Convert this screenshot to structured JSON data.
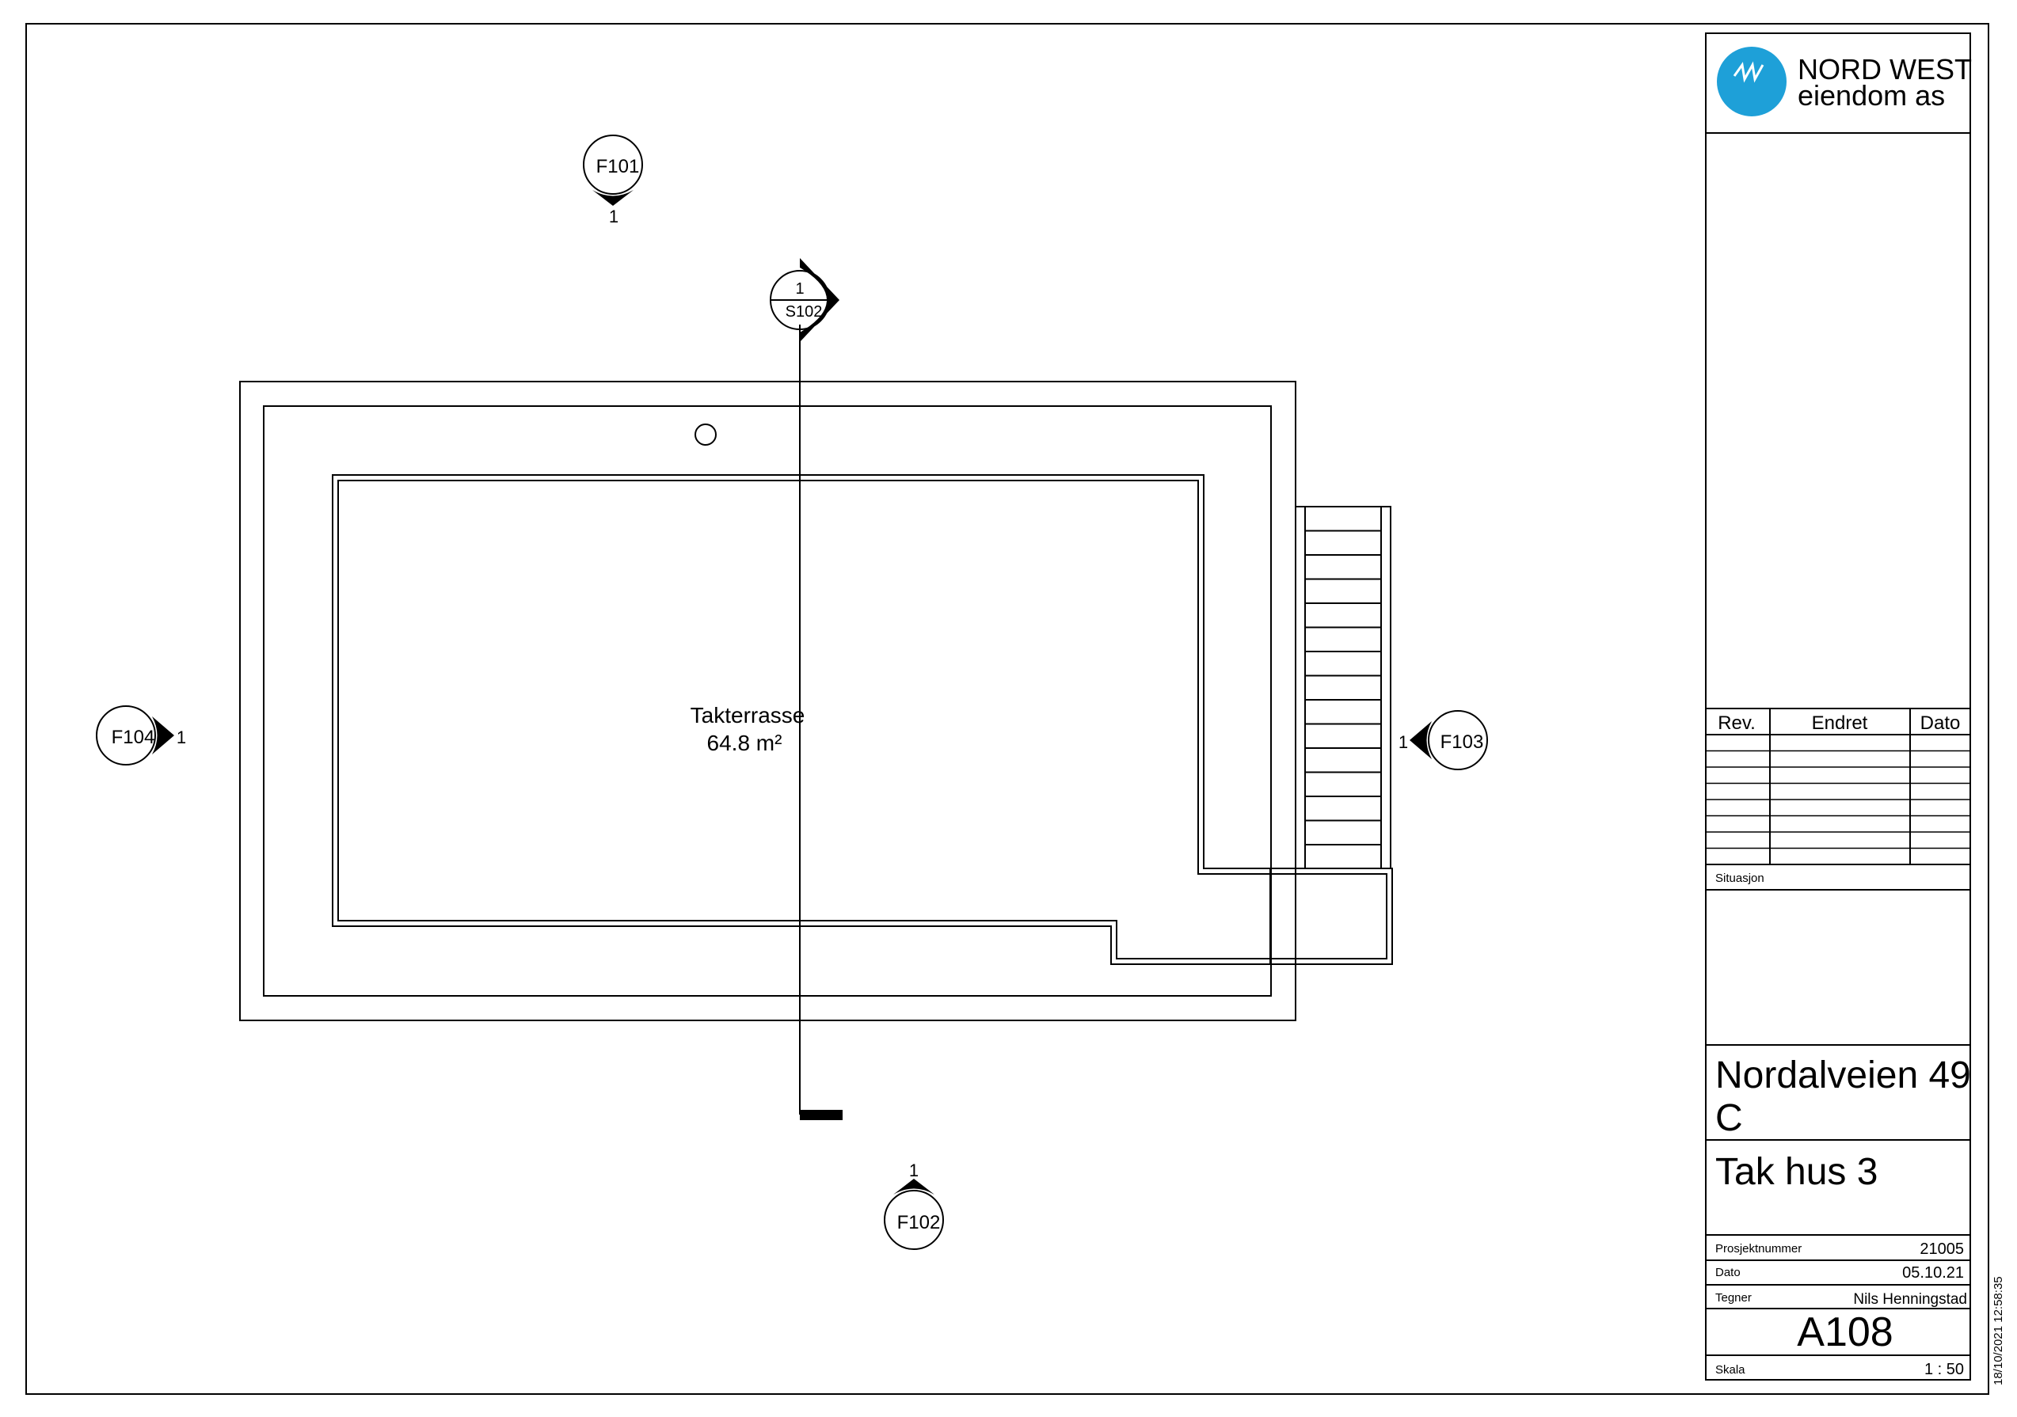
{
  "company": {
    "name_line1": "NORD WEST",
    "name_line2": "eiendom as",
    "logo_color": "#1ea0d8"
  },
  "room": {
    "name": "Takterrasse",
    "area": "64.8 m²"
  },
  "elevation_markers": {
    "north": {
      "label": "F101",
      "number": "1"
    },
    "south": {
      "label": "F102",
      "number": "1"
    },
    "east": {
      "label": "F103",
      "number": "1"
    },
    "west": {
      "label": "F104",
      "number": "1"
    }
  },
  "section_marker": {
    "number": "1",
    "sheet": "S102"
  },
  "revision_table": {
    "headers": [
      "Rev.",
      "Endret",
      "Dato"
    ],
    "empty_rows": 7
  },
  "title_block": {
    "situation_label": "Situasjon",
    "project_title_line1": "Nordalveien 49",
    "project_title_line2": "C",
    "drawing_title": "Tak hus 3",
    "project_number_label": "Prosjektnummer",
    "project_number": "21005",
    "date_label": "Dato",
    "date": "05.10.21",
    "drawer_label": "Tegner",
    "drawer": "Nils Henningstad",
    "sheet_number": "A108",
    "scale_label": "Skala",
    "scale": "1 : 50"
  },
  "plot_stamp": "18/10/2021 12:58:35"
}
